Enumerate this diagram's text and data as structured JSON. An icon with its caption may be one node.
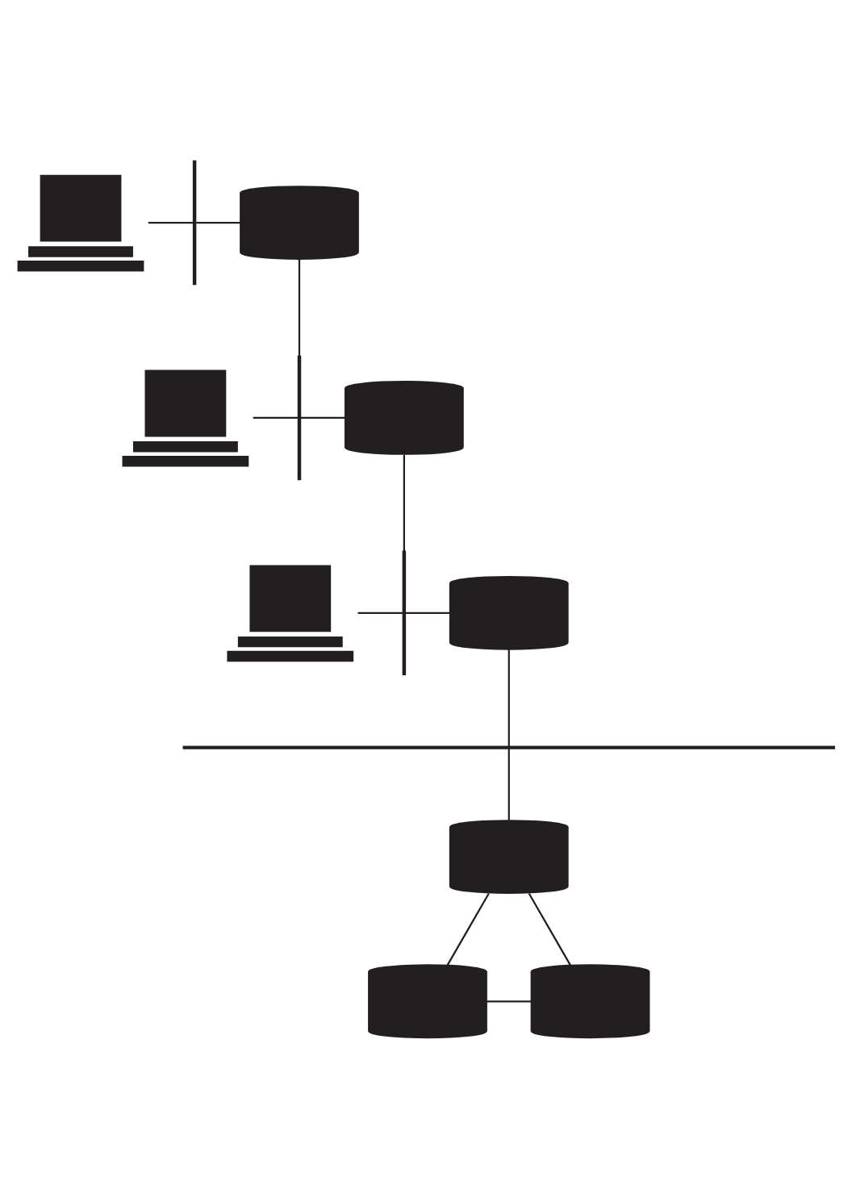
{
  "diagram": {
    "nodes": [
      {
        "text": [],
        "shape": "picture"
      },
      {
        "text": [],
        "shape": "bar"
      },
      {
        "text": [],
        "shape": "cylinder"
      },
      {
        "text": [],
        "shape": "picture"
      },
      {
        "text": [],
        "shape": "bar"
      },
      {
        "text": [],
        "shape": "cylinder"
      },
      {
        "text": [],
        "shape": "picture"
      },
      {
        "text": [],
        "shape": "bar"
      },
      {
        "text": [],
        "shape": "cylinder"
      },
      {
        "text": [],
        "shape": "bar"
      },
      {
        "text": [],
        "shape": "cylinder"
      },
      {
        "text": [],
        "shape": "cylinder"
      },
      {
        "text": [],
        "shape": "cylinder"
      }
    ],
    "edges": [
      {
        "from": 0,
        "to": 1,
        "arrow": "none"
      },
      {
        "from": 1,
        "to": 2,
        "arrow": "none"
      },
      {
        "from": 3,
        "to": 4,
        "arrow": "none"
      },
      {
        "from": 2,
        "to": 4,
        "arrow": "none"
      },
      {
        "from": 4,
        "to": 5,
        "arrow": "none"
      },
      {
        "from": 6,
        "to": 7,
        "arrow": "none"
      },
      {
        "from": 5,
        "to": 7,
        "arrow": "none"
      },
      {
        "from": 7,
        "to": 8,
        "arrow": "none"
      },
      {
        "from": 8,
        "to": 9,
        "arrow": "none"
      },
      {
        "from": 9,
        "to": 10,
        "arrow": "none"
      },
      {
        "from": 10,
        "to": 12,
        "arrow": "none"
      },
      {
        "from": 12,
        "to": 11,
        "arrow": "none"
      },
      {
        "from": 11,
        "to": 10,
        "arrow": "none"
      }
    ]
  }
}
